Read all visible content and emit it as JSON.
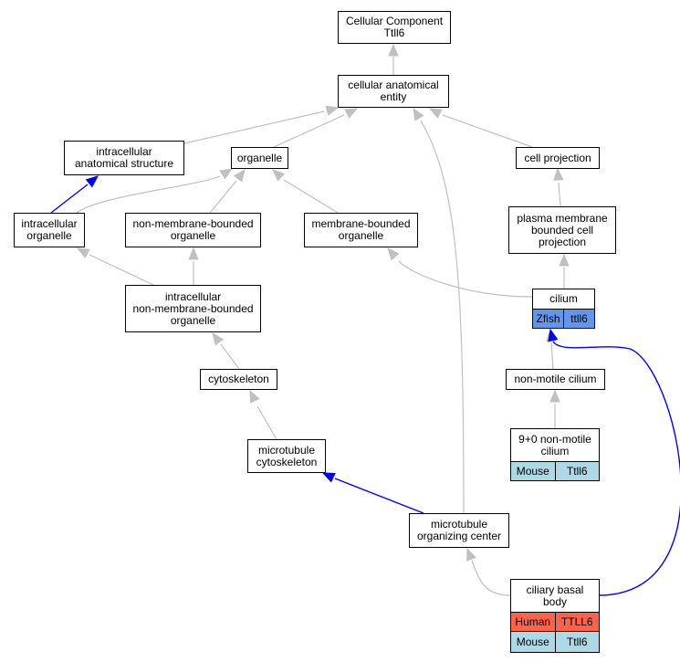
{
  "graph": {
    "nodes": {
      "cellular_component": "Cellular Component\nTtll6",
      "cellular_anatomical_entity": "cellular anatomical\nentity",
      "intracellular_anatomical_structure": "intracellular\nanatomical structure",
      "organelle": "organelle",
      "cell_projection": "cell projection",
      "intracellular_organelle": "intracellular\norganelle",
      "non_membrane_bounded_organelle": "non-membrane-bounded\norganelle",
      "membrane_bounded_organelle": "membrane-bounded\norganelle",
      "plasma_membrane_bounded_cell_projection": "plasma membrane\nbounded cell\nprojection",
      "intracellular_non_membrane_bounded_organelle": "intracellular\nnon-membrane-bounded\norganelle",
      "cilium": "cilium",
      "cytoskeleton": "cytoskeleton",
      "non_motile_cilium": "non-motile cilium",
      "nine_plus_zero_non_motile_cilium": "9+0 non-motile\ncilium",
      "microtubule_cytoskeleton": "microtubule\ncytoskeleton",
      "microtubule_organizing_center": "microtubule\norganizing center",
      "ciliary_basal_body": "ciliary basal\nbody"
    },
    "annotations": {
      "cilium_zfish": {
        "species": "Zfish",
        "gene": "ttll6"
      },
      "nmc_mouse": {
        "species": "Mouse",
        "gene": "Ttll6"
      },
      "cbb_human": {
        "species": "Human",
        "gene": "TTLL6"
      },
      "cbb_mouse": {
        "species": "Mouse",
        "gene": "Ttll6"
      }
    },
    "colors": {
      "edge_default": "#c0c0c0",
      "edge_highlight": "#0000ff",
      "zfish": "#6495ed",
      "human": "#ff6347",
      "mouse": "#add8e6"
    }
  }
}
